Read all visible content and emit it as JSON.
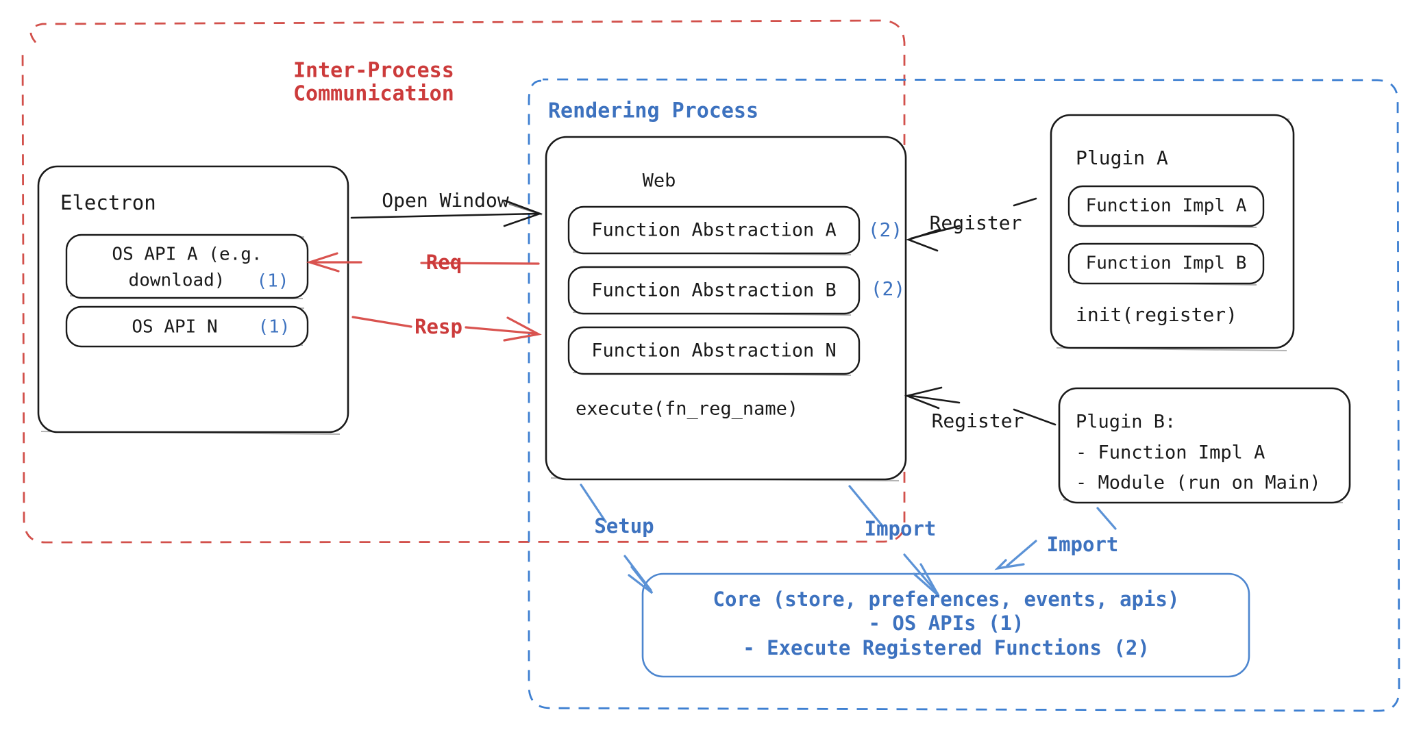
{
  "diagram": {
    "title": "Electron plugin architecture",
    "colors": {
      "black": "#1a1a1a",
      "blue": "#3d72bf",
      "blue_line": "#5b92d6",
      "red": "#cc3b3b",
      "red_line": "#d9534f",
      "background": "#ffffff"
    }
  },
  "regions": {
    "ipc": {
      "label_line1": "Inter-Process",
      "label_line2": "Communication",
      "color": "#cc3b3b",
      "style": "dashed"
    },
    "rendering_process": {
      "label": "Rendering Process",
      "color": "#3d72bf",
      "style": "dashed"
    }
  },
  "electron": {
    "title": "Electron",
    "apis": [
      {
        "name_line1": "OS API A (e.g.",
        "name_line2": "download)",
        "tag": "(1)"
      },
      {
        "name_line1": "OS API N",
        "name_line2": "",
        "tag": "(1)"
      }
    ]
  },
  "web": {
    "title": "Web",
    "abstractions": [
      {
        "label": "Function Abstraction A",
        "tag": "(2)"
      },
      {
        "label": "Function Abstraction B",
        "tag": "(2)"
      },
      {
        "label": "Function Abstraction N",
        "tag": ""
      }
    ],
    "method": "execute(fn_reg_name)"
  },
  "plugin_a": {
    "title": "Plugin A",
    "functions": [
      {
        "label": "Function Impl A"
      },
      {
        "label": "Function Impl B"
      }
    ],
    "method": "init(register)"
  },
  "plugin_b": {
    "lines": [
      "Plugin B:",
      "- Function Impl A",
      "- Module (run on Main)"
    ]
  },
  "core": {
    "lines": [
      "Core (store, preferences, events, apis)",
      "- OS APIs (1)",
      "- Execute Registered Functions (2)"
    ]
  },
  "arrows": {
    "open_window": "Open Window",
    "req": "Req",
    "resp": "Resp",
    "register_a": "Register",
    "register_b": "Register",
    "setup": "Setup",
    "import_web": "Import",
    "import_plugin_b": "Import"
  }
}
